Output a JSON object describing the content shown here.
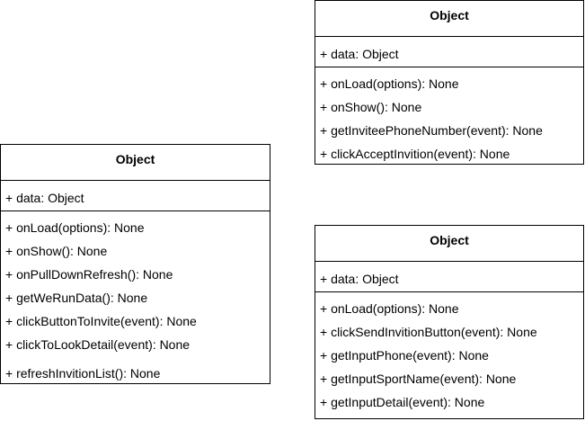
{
  "classes": {
    "left": {
      "title": "Object",
      "attributes": [
        "+ data: Object"
      ],
      "methods": [
        "+ onLoad(options): None",
        "+ onShow(): None",
        "+ onPullDownRefresh(): None",
        "+ getWeRunData(): None",
        "+ clickButtonToInvite(event): None",
        "+ clickToLookDetail(event): None",
        "+ refreshInvitionList(): None"
      ]
    },
    "top_right": {
      "title": "Object",
      "attributes": [
        "+ data: Object"
      ],
      "methods": [
        "+ onLoad(options): None",
        "+ onShow(): None",
        "+ getInviteePhoneNumber(event): None",
        "+ clickAcceptInvition(event): None"
      ]
    },
    "bottom_right": {
      "title": "Object",
      "attributes": [
        "+ data: Object"
      ],
      "methods": [
        "+ onLoad(options): None",
        "+ clickSendInvitionButton(event): None",
        "+ getInputPhone(event): None",
        "+ getInputSportName(event): None",
        "+ getInputDetail(event): None"
      ]
    }
  }
}
